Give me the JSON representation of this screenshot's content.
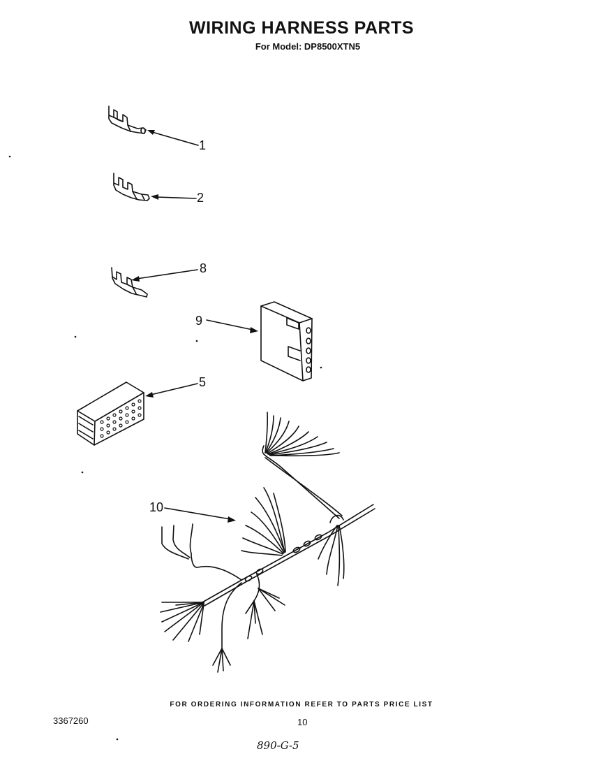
{
  "header": {
    "title": "WIRING HARNESS PARTS",
    "subtitle": "For Model: DP8500XTN5"
  },
  "callouts": [
    {
      "id": "1",
      "label": "1"
    },
    {
      "id": "2",
      "label": "2"
    },
    {
      "id": "8",
      "label": "8"
    },
    {
      "id": "9",
      "label": "9"
    },
    {
      "id": "5",
      "label": "5"
    },
    {
      "id": "10",
      "label": "10"
    }
  ],
  "parts": [
    {
      "callout": "1",
      "kind": "terminal"
    },
    {
      "callout": "2",
      "kind": "terminal"
    },
    {
      "callout": "8",
      "kind": "terminal"
    },
    {
      "callout": "9",
      "kind": "connector-block"
    },
    {
      "callout": "5",
      "kind": "multi-pin-connector"
    },
    {
      "callout": "10",
      "kind": "wiring-harness"
    }
  ],
  "footer": {
    "note": "FOR ORDERING INFORMATION REFER TO PARTS PRICE LIST",
    "doc_number": "3367260",
    "page_number": "10",
    "handwritten": "890-G-5"
  }
}
